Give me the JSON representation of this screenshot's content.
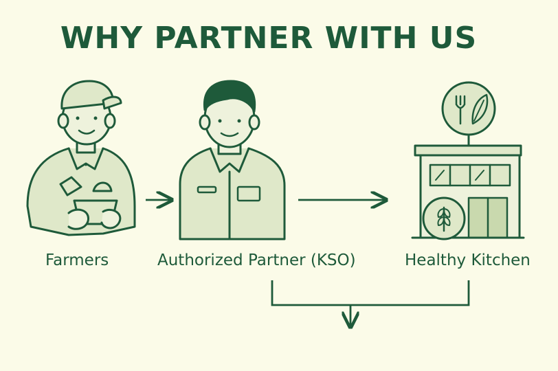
{
  "title": "WHY PARTNER WITH US",
  "nodes": [
    {
      "label": "Farmers",
      "icon": "farmer-icon"
    },
    {
      "label": "Authorized Partner (KSO)",
      "icon": "partner-icon"
    },
    {
      "label": "Healthy Kitchen",
      "icon": "kitchen-building-icon"
    }
  ],
  "colors": {
    "background": "#fbfbe8",
    "stroke": "#1e5a3a",
    "fill": "#dfe8c9",
    "fill_dark": "#c9d9ae"
  }
}
